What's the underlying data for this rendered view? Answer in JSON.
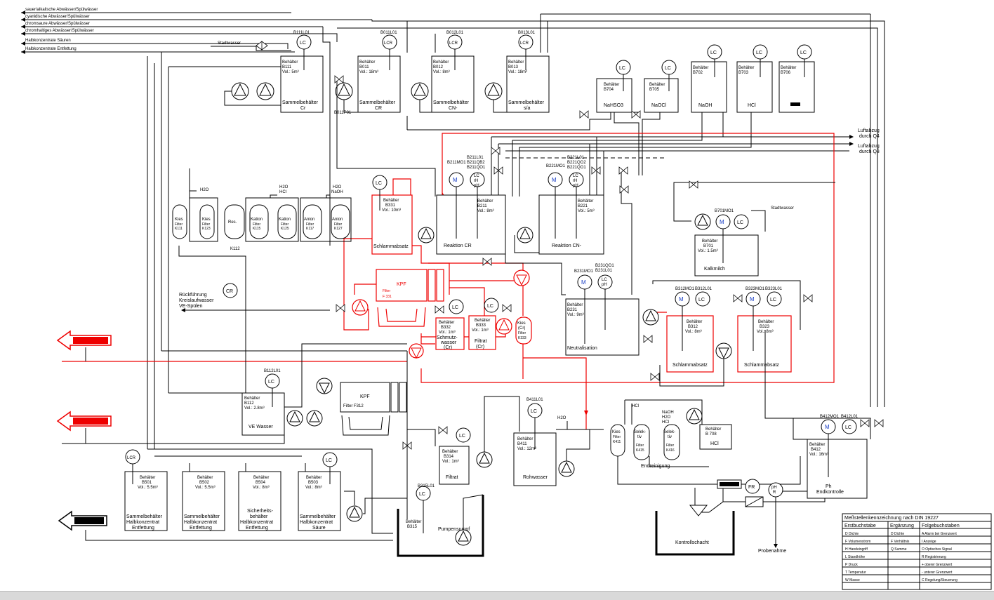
{
  "inputs": [
    "sauer/alkalische Abwässer/Spülwässer",
    "cyanidische Abwässer/Spülwässer",
    "chromsaure Abwässer/Spülwässer",
    "chromhaltiges Abwässer/Spülwässer",
    "Halbkonzentrate Säuren",
    "Halbkonzentrate Entfettung"
  ],
  "labels": {
    "stadtwasser": "Stadtwasser",
    "luft_q4": "Luftabzug",
    "luft_q4b": "durch Q4",
    "luft_q3": "Luftabzug",
    "luft_q3b": "durch Q3",
    "rueck1": "Rückführung",
    "rueck2": "Kreislaufwasser",
    "rueck3": "VE-Spülen",
    "cr": "CR",
    "h2o": "H2O",
    "hcl": "HCl",
    "naoh": "NaOH",
    "k112": "K112",
    "probe": "Probenahme",
    "kontroll": "Kontrollschacht",
    "endrein": "Endreinigung",
    "fr": "FR",
    "ph": "pH",
    "r": "R"
  },
  "tanks": {
    "b111": {
      "tag": "B111L01",
      "name": "Behälter",
      "id": "B111",
      "vol": "Vol.: 5m³",
      "l1": "Sammelbehälter",
      "l2": "Cr"
    },
    "b011": {
      "tag": "B011L01",
      "name": "Behälter",
      "id": "B011",
      "vol": "Vol.: 18m³",
      "l1": "Sammelbehälter",
      "l2": "CR"
    },
    "b012": {
      "tag": "B012L01",
      "name": "Behälter",
      "id": "B012",
      "vol": "Vol.: 8m³",
      "l1": "Sammelbehälter",
      "l2": "CN-"
    },
    "b013": {
      "tag": "B013L01",
      "name": "Behälter",
      "id": "B013",
      "vol": "Vol.: 18m³",
      "l1": "Sammelbehälter",
      "l2": "s/a"
    },
    "b704": {
      "name": "Behälter",
      "id": "B704",
      "l1": "NaHSO3"
    },
    "b705": {
      "name": "Behälter",
      "id": "B705",
      "l1": "NaOCl"
    },
    "b702": {
      "name": "Behälter",
      "id": "B702",
      "l1": "NaOH"
    },
    "b703": {
      "name": "Behälter",
      "id": "B703",
      "l1": "HCl"
    },
    "b706": {
      "name": "Behälter",
      "id": "B706"
    },
    "b211": {
      "t1": "B211MO1",
      "t2": "B211L01",
      "t3": "B211QB2",
      "t4": "B211QO1",
      "name": "Behälter",
      "id": "B211",
      "vol": "Vol.: 8m³",
      "l1": "Reaktion CR"
    },
    "b221": {
      "t1": "B221MO1",
      "t2": "B221L01",
      "t3": "B221QO2",
      "t4": "B221QO1",
      "name": "Behälter",
      "id": "B221",
      "vol": "Vol.: 5m³",
      "l1": "Reaktion CN-"
    },
    "b331": {
      "name": "Behälter",
      "id": "B331",
      "vol": "Vol.: 10m³",
      "l1": "Schlammabsatz"
    },
    "b701": {
      "tag": "B701MO1",
      "name": "Behälter",
      "id": "B701",
      "vol": "Vol.: 1.5m³",
      "l1": "Kalkmilch"
    },
    "b231": {
      "t1": "B231MO1",
      "t2": "B231QO1",
      "t3": "B231L01",
      "name": "Behälter",
      "id": "B231",
      "vol": "Vol.: 9m³",
      "l1": "Neutralisation"
    },
    "b312": {
      "t1": "B312MO1",
      "t2": "B312L01",
      "name": "Behälter",
      "id": "B312",
      "vol": "Vol.: 8m³",
      "l1": "Schlammabsatz"
    },
    "b323": {
      "t1": "B323MO1",
      "t2": "B323L01",
      "name": "Behälter",
      "id": "B323",
      "vol": "Vol.: 8m³",
      "l1": "Schlammabsatz"
    },
    "b332": {
      "name": "Behälter",
      "id": "B332",
      "vol": "Vol.: 1m³",
      "l1": "Schmutz-",
      "l2": "wasser",
      "l3": "(Cr)"
    },
    "b333": {
      "name": "Behälter",
      "id": "B333",
      "vol": "Vol.: 1m³",
      "l1": "Filtrat",
      "l2": "(Cr)"
    },
    "b112": {
      "tag": "B112L01",
      "name": "Behälter",
      "id": "B112",
      "vol": "Vol.: 2.8m³",
      "l1": "VE Wasser"
    },
    "b314": {
      "name": "Behälter",
      "id": "B314",
      "vol": "Vol.: 1m³",
      "l1": "Filtrat"
    },
    "b411": {
      "tag": "B411L01",
      "name": "Behälter",
      "id": "B411",
      "vol": "Vol.: 12m³",
      "l1": "Rohwasser"
    },
    "b708": {
      "name": "Behälter",
      "id": "B 708",
      "l1": "HCl"
    },
    "b412": {
      "t1": "B412MO1",
      "t2": "B412L01",
      "name": "Behälter",
      "id": "B412",
      "vol": "Vol.: 16m³",
      "l1": "Ph",
      "l2": "Endkontrolle"
    },
    "b501": {
      "name": "Behälter",
      "id": "B501",
      "vol": "Vol.: 5.5m³",
      "l1": "Sammelbehälter",
      "l2": "Halbkonzentrat",
      "l3": "Entfettung"
    },
    "b502": {
      "name": "Behälter",
      "id": "B502",
      "vol": "Vol.: 5.5m³",
      "l1": "Sammelbehälter",
      "l2": "Halbkonzentrat",
      "l3": "Entfettung"
    },
    "b504": {
      "name": "Behälter",
      "id": "B504",
      "vol": "Vol.: 8m³",
      "l1": "Sicherheits-",
      "l2": "behälter",
      "l3": "Halbkonzentrat",
      "l4": "Entfettung"
    },
    "b503": {
      "name": "Behälter",
      "id": "B503",
      "vol": "Vol.: 8m³",
      "l1": "Sammelbehälter",
      "l2": "Halbkonzentrat",
      "l3": "Säure"
    },
    "b315": {
      "tag": "B315L01",
      "name": "Behälter",
      "id": "B315",
      "l1": "Pumpensumpf"
    }
  },
  "filters": {
    "k111": {
      "a": "Kies",
      "b": "Filter",
      "c": "K111"
    },
    "k123": {
      "a": "Kies",
      "b": "Filter",
      "c": "K123"
    },
    "res": {
      "a": "Res."
    },
    "k115": {
      "a": "Kation",
      "b": "Filter",
      "c": "K115"
    },
    "k125": {
      "a": "Kation",
      "b": "Filter",
      "c": "K125"
    },
    "k117": {
      "a": "Anion",
      "b": "Filter",
      "c": "K117"
    },
    "k127": {
      "a": "Anion",
      "b": "Filter",
      "c": "K127"
    },
    "k333": {
      "a": "Kies",
      "b": "(Cr)",
      "c": "Filter",
      "d": "K333"
    },
    "k411": {
      "a": "Kies",
      "b": "Filter",
      "c": "K411"
    },
    "k415": {
      "a": "Selek-",
      "b": "tiv",
      "c": "Filter",
      "d": "K415"
    },
    "k416": {
      "a": "Selek-",
      "b": "tiv",
      "c": "Filter",
      "d": "K416"
    }
  },
  "kpf": {
    "f331": {
      "a": "KPF",
      "b": "Filter",
      "c": "F 331"
    },
    "f312": {
      "a": "KPF",
      "b": "Filter F312"
    }
  },
  "instr": {
    "lc": "LC",
    "lcr": "LCR",
    "m": "M",
    "lc_rh": "LC",
    "rh": "rH",
    "ph": "pH"
  },
  "b011p01": "B011P01",
  "b111lo1": "B111L01",
  "h2o_hcl": "H2O",
  "h2o_naoh": "H2O",
  "hcl2": "HCl",
  "naoh2": "NaOH",
  "hcl3": "HCl",
  "legend": {
    "title": "Meßstellenkennzeichnung nach DIN 19227",
    "h1": "Erstbuchstabe",
    "h2": "Ergänzung",
    "h3": "Folgebuchstaben",
    "c1": [
      "D Dichte",
      "F Volumenstrom",
      "H Handeingriff",
      "L Standhöhe",
      "P Druck",
      "T Temperatur",
      "W Masse"
    ],
    "c2": [
      "D Dichte",
      "F Verhältnis",
      "Q Summe"
    ],
    "c3": [
      "A Alarm bei Grenzwert",
      "I Anzeige",
      "O Optisches Signal",
      "R Registrierung",
      "+ oberer Grenzwert",
      "- unterer Grenzwert",
      "C Regelung/Steuerung"
    ]
  }
}
